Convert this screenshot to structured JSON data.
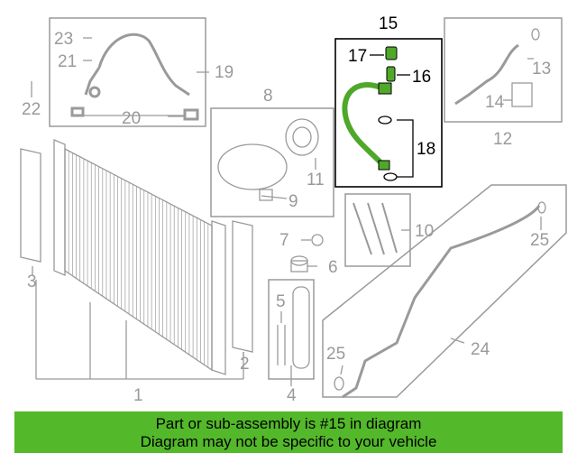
{
  "diagram": {
    "part_numbers": {
      "p1": "1",
      "p2": "2",
      "p3": "3",
      "p4": "4",
      "p5": "5",
      "p6": "6",
      "p7": "7",
      "p8": "8",
      "p9": "9",
      "p10": "10",
      "p11": "11",
      "p12": "12",
      "p13": "13",
      "p14": "14",
      "p15": "15",
      "p16": "16",
      "p17": "17",
      "p18": "18",
      "p19": "19",
      "p20": "20",
      "p21": "21",
      "p22": "22",
      "p23": "23",
      "p24": "24",
      "p25a": "25",
      "p25b": "25"
    },
    "highlighted_part": "15",
    "highlight_color": "#4fa82a",
    "line_color": "#9a9a9a"
  },
  "banner": {
    "line1": "Part or sub-assembly is #15 in diagram",
    "line2": "Diagram may not be specific to your vehicle",
    "background": "#54b82b"
  }
}
